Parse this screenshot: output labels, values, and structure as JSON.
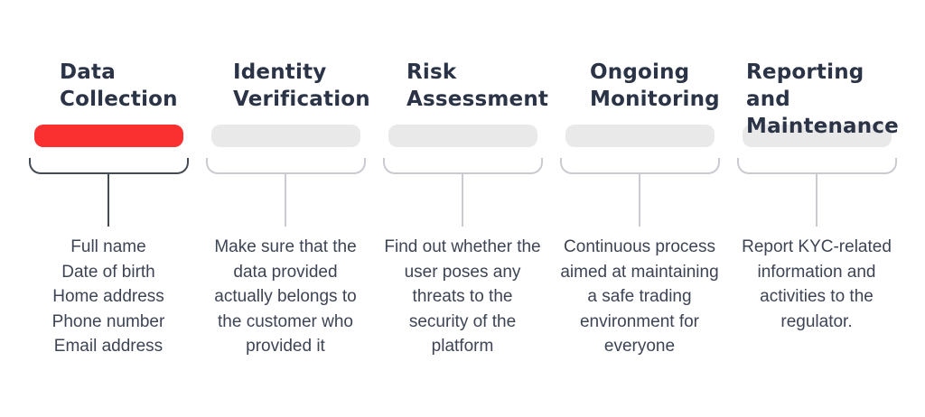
{
  "diagram": {
    "colors": {
      "highlight_bar": "#fa2f2f",
      "inactive_bar": "#e9e9e9",
      "active_connector": "#454b54",
      "inactive_connector": "#c9cbd0",
      "heading_text": "#2b3346",
      "body_text": "#3d4454",
      "background": "#ffffff"
    },
    "steps": [
      {
        "name": "data-collection",
        "title_lines": [
          "Data",
          "Collection"
        ],
        "highlighted": true,
        "description_lines": [
          "Full name",
          "Date of birth",
          "Home address",
          "Phone number",
          "Email address"
        ]
      },
      {
        "name": "identity-verification",
        "title_lines": [
          "Identity",
          "Verification"
        ],
        "highlighted": false,
        "description_lines": [
          "Make sure that the",
          "data provided",
          "actually belongs to",
          "the customer who",
          "provided it"
        ]
      },
      {
        "name": "risk-assessment",
        "title_lines": [
          "Risk",
          "Assessment"
        ],
        "highlighted": false,
        "description_lines": [
          "Find out whether the",
          "user poses any",
          "threats to the",
          "security of the",
          "platform"
        ]
      },
      {
        "name": "ongoing-monitoring",
        "title_lines": [
          "Ongoing",
          "Monitoring"
        ],
        "highlighted": false,
        "description_lines": [
          "Continuous process",
          "aimed at maintaining",
          "a safe trading",
          "environment for",
          "everyone"
        ]
      },
      {
        "name": "reporting-maintenance",
        "title_lines": [
          "Reporting and",
          "Maintenance"
        ],
        "highlighted": false,
        "description_lines": [
          "Report KYC-related",
          "information and",
          "activities to the",
          "regulator."
        ]
      }
    ]
  }
}
